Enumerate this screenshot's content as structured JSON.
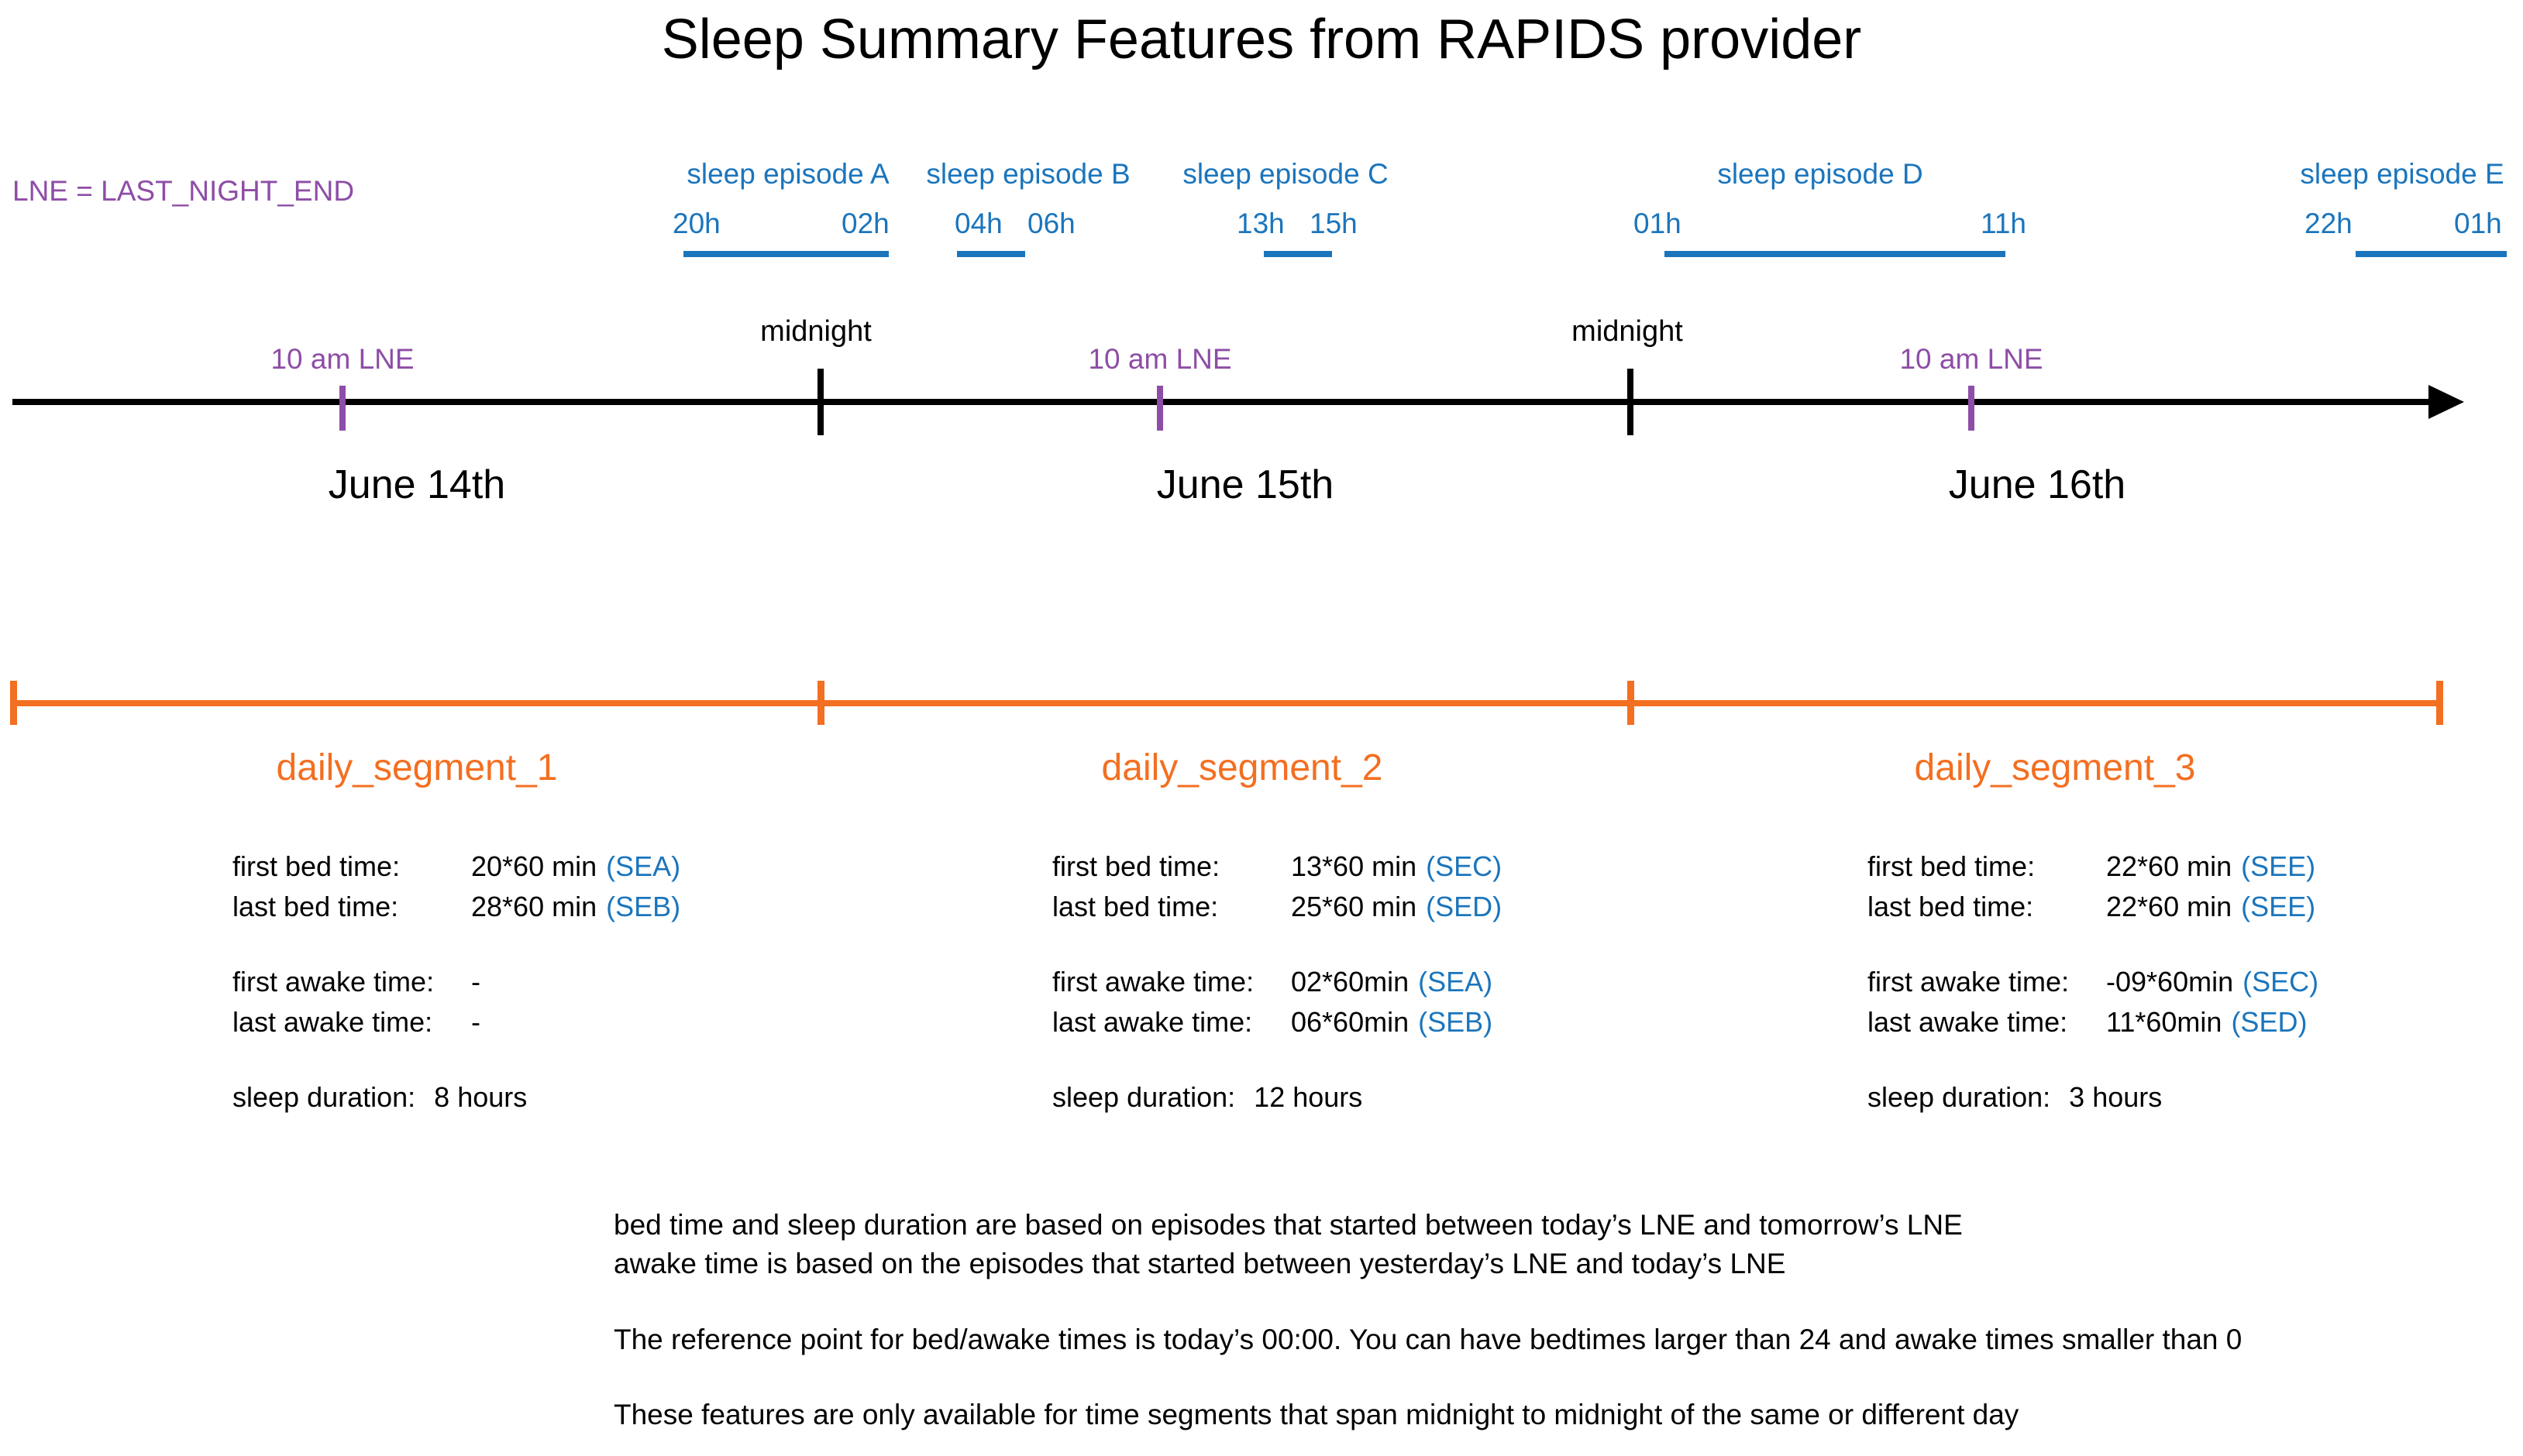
{
  "title": "Sleep Summary Features from RAPIDS provider",
  "legend": "LNE = LAST_NIGHT_END",
  "episodes": [
    {
      "name": "sleep episode A",
      "start": "20h",
      "end": "02h"
    },
    {
      "name": "sleep episode B",
      "start": "04h",
      "end": "06h"
    },
    {
      "name": "sleep episode C",
      "start": "13h",
      "end": "15h"
    },
    {
      "name": "sleep episode D",
      "start": "01h",
      "end": "11h"
    },
    {
      "name": "sleep episode E",
      "start": "22h",
      "end": "01h"
    }
  ],
  "timeline": {
    "lne_tick_label": "10 am LNE",
    "midnight_label": "midnight",
    "dates": [
      "June 14th",
      "June 15th",
      "June 16th"
    ]
  },
  "segments": [
    {
      "name": "daily_segment_1",
      "rows": [
        {
          "label": "first bed time:",
          "value": "20*60 min",
          "code": "(SEA)"
        },
        {
          "label": "last bed time:",
          "value": "28*60 min",
          "code": "(SEB)"
        },
        {
          "label": "first awake time:",
          "value": "-",
          "code": ""
        },
        {
          "label": "last awake time:",
          "value": "-",
          "code": ""
        }
      ],
      "duration_label": "sleep duration:",
      "duration_value": "8 hours"
    },
    {
      "name": "daily_segment_2",
      "rows": [
        {
          "label": "first bed time:",
          "value": "13*60 min",
          "code": "(SEC)"
        },
        {
          "label": "last bed time:",
          "value": "25*60 min",
          "code": "(SED)"
        },
        {
          "label": "first awake time:",
          "value": "02*60min",
          "code": "(SEA)"
        },
        {
          "label": "last awake time:",
          "value": "06*60min",
          "code": "(SEB)"
        }
      ],
      "duration_label": "sleep duration:",
      "duration_value": "12 hours"
    },
    {
      "name": "daily_segment_3",
      "rows": [
        {
          "label": "first bed time:",
          "value": "22*60 min",
          "code": "(SEE)"
        },
        {
          "label": "last bed time:",
          "value": "22*60 min",
          "code": "(SEE)"
        },
        {
          "label": "first awake time:",
          "value": "-09*60min",
          "code": "(SEC)"
        },
        {
          "label": "last awake time:",
          "value": "11*60min",
          "code": "(SED)"
        }
      ],
      "duration_label": "sleep duration:",
      "duration_value": "3 hours"
    }
  ],
  "notes": [
    "bed time and sleep duration are based on episodes that started between today’s LNE and tomorrow’s LNE",
    "awake time is based on the episodes that started between yesterday’s LNE and today’s LNE",
    "The reference point for bed/awake times is today’s 00:00. You can have bedtimes larger than 24 and awake times smaller than 0",
    "These features are only available for time segments that span midnight to midnight of the same or different day"
  ],
  "colors": {
    "purple": "#8e4da6",
    "blue": "#1b75bc",
    "orange": "#f36f21"
  }
}
